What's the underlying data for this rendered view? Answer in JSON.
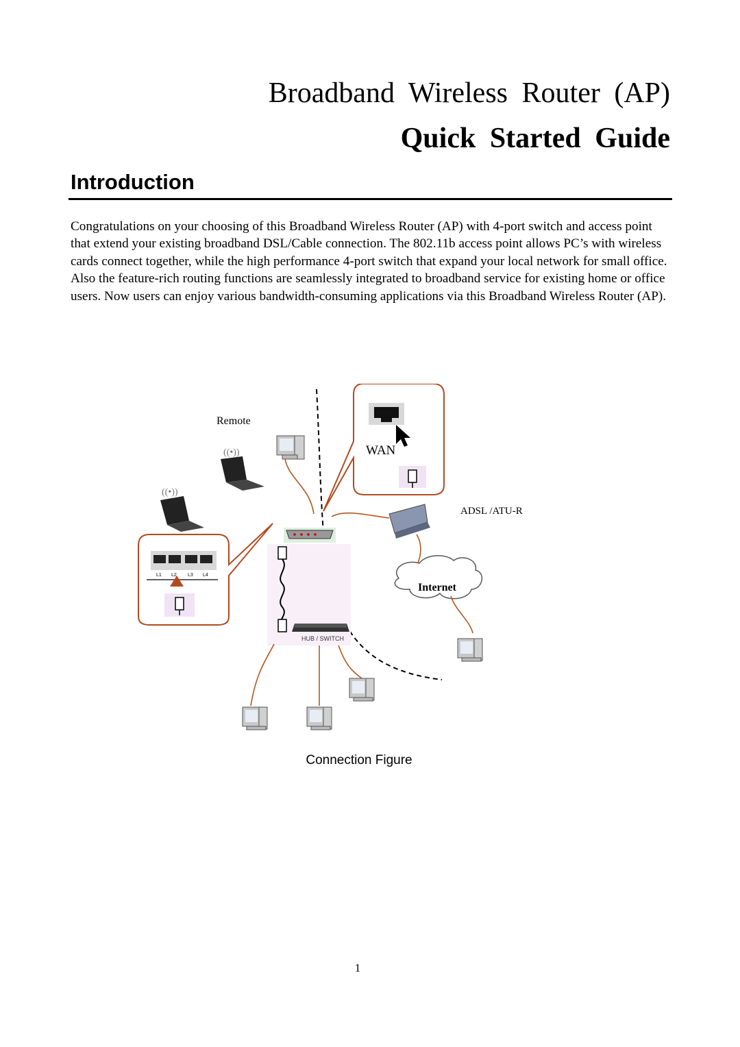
{
  "header": {
    "title": "Broadband  Wireless  Router  (AP)",
    "subtitle": "Quick  Started  Guide"
  },
  "section": {
    "heading": "Introduction",
    "paragraph": "Congratulations on your choosing of this Broadband Wireless Router (AP) with 4-port switch and access point that extend your existing broadband DSL/Cable connection. The 802.11b access point allows PC’s with wireless cards connect together, while the high performance 4-port switch that expand your local network for small office. Also the feature-rich routing functions are seamlessly integrated to broadband service for existing home or office users. Now users can enjoy various bandwidth-consuming applications via this Broadband Wireless Router (AP)."
  },
  "figure": {
    "labels": {
      "remote": "Remote",
      "wan": "WAN",
      "adsl": "ADSL /ATU-R",
      "internet": "Internet",
      "hub_switch": "HUB / SWITCH",
      "ports": [
        "L1",
        "L2",
        "L3",
        "L4"
      ]
    },
    "caption": "Connection Figure"
  },
  "footer": {
    "page_number": "1"
  }
}
